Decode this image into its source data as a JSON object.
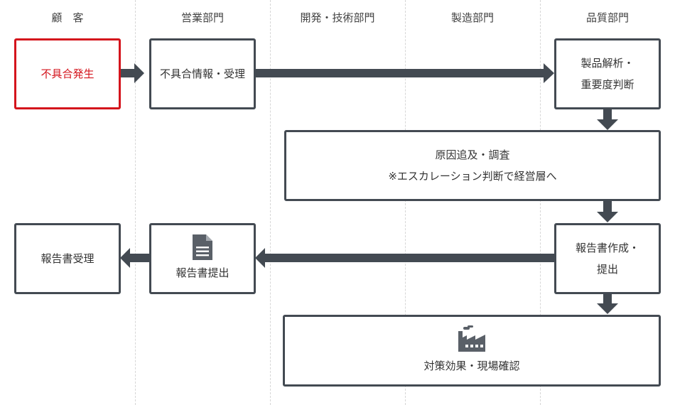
{
  "colors": {
    "box_border": "#434a52",
    "arrow": "#434a52",
    "alert": "#d4141c",
    "lane_divider": "#d6d6d6"
  },
  "lanes": [
    {
      "label": "顧　客"
    },
    {
      "label": "営業部門"
    },
    {
      "label": "開発・技術部門"
    },
    {
      "label": "製造部門"
    },
    {
      "label": "品質部門"
    }
  ],
  "boxes": {
    "defect_occurrence": {
      "lines": [
        "不具合発生"
      ]
    },
    "defect_info_receipt": {
      "lines": [
        "不具合情報・受理"
      ]
    },
    "product_analysis": {
      "lines": [
        "製品解析・",
        "重要度判断"
      ]
    },
    "root_cause": {
      "lines": [
        "原因追及・調査",
        "※エスカレーション判断で経営層へ"
      ]
    },
    "report_creation": {
      "lines": [
        "報告書作成・",
        "提出"
      ]
    },
    "report_submission": {
      "lines": [
        "報告書提出"
      ],
      "icon": "document-icon"
    },
    "report_receipt": {
      "lines": [
        "報告書受理"
      ]
    },
    "countermeasure": {
      "lines": [
        "対策効果・現場確認"
      ],
      "icon": "factory-icon"
    }
  }
}
